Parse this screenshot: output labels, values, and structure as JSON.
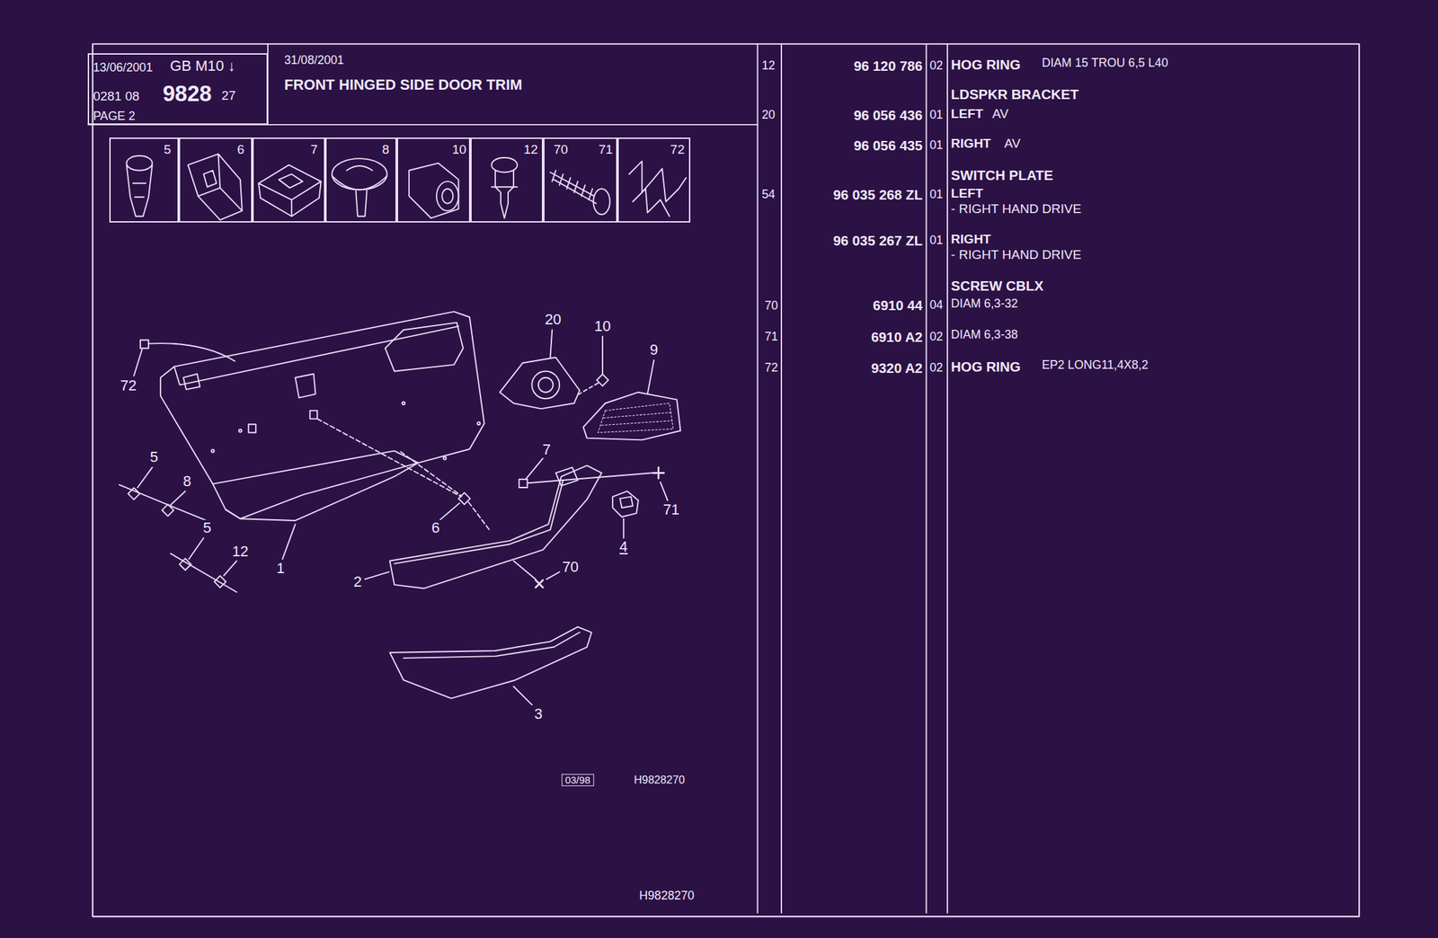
{
  "diagram": {
    "title": "FRONT HINGED SIDE DOOR TRIM",
    "nodes": [
      {
        "text": [
          "13/06/2001",
          "GB M10 ↓",
          "0281 08",
          "9828",
          "27",
          "PAGE 2"
        ]
      },
      {
        "text": [
          "5"
        ]
      },
      {
        "text": [
          "6"
        ]
      },
      {
        "text": [
          "7"
        ]
      },
      {
        "text": [
          "8"
        ]
      },
      {
        "text": [
          "10"
        ]
      },
      {
        "text": [
          "12"
        ]
      },
      {
        "text": [
          "70",
          "71"
        ]
      },
      {
        "text": [
          "72"
        ]
      }
    ],
    "labels": [
      "31/08/2001",
      "72",
      "20",
      "10",
      "9",
      "5",
      "8",
      "5",
      "12",
      "1",
      "6",
      "7",
      "71",
      "4",
      "70",
      "2",
      "3",
      "03/98",
      "H9828270",
      "H9828270",
      "12",
      "96 120 786",
      "02",
      "HOG RING",
      "DIAM 15 TROU 6,5 L40",
      "LDSPKR BRACKET",
      "20",
      "96 056 436",
      "01",
      "LEFT",
      "AV",
      "96 056 435",
      "01",
      "RIGHT",
      "AV",
      "SWITCH PLATE",
      "54",
      "96 035 268 ZL",
      "01",
      "LEFT",
      "- RIGHT HAND DRIVE",
      "96 035 267 ZL",
      "01",
      "RIGHT",
      "- RIGHT HAND DRIVE",
      "SCREW CBLX",
      "70",
      "6910 44",
      "04",
      "DIAM 6,3-32",
      "71",
      "6910 A2",
      "02",
      "DIAM 6,3-38",
      "72",
      "9320 A2",
      "02",
      "HOG RING",
      "EP2 LONG11,4X8,2"
    ]
  }
}
